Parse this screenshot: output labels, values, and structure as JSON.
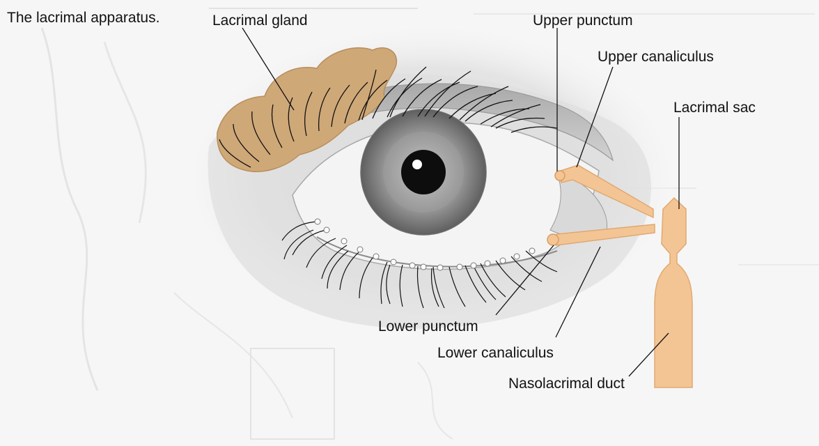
{
  "caption": "The lacrimal apparatus.",
  "labels": {
    "lacrimal_gland": "Lacrimal gland",
    "upper_punctum": "Upper punctum",
    "upper_canaliculus": "Upper canaliculus",
    "lacrimal_sac": "Lacrimal sac",
    "lower_punctum": "Lower punctum",
    "lower_canaliculus": "Lower canaliculus",
    "nasolacrimal_duct": "Nasolacrimal duct"
  },
  "colors": {
    "gland": "#cfa878",
    "duct": "#f4c594",
    "duct_stroke": "#e0a870",
    "iris": "#8e8e8e",
    "pupil": "#0d0d0d",
    "background": "#f6f6f6"
  }
}
